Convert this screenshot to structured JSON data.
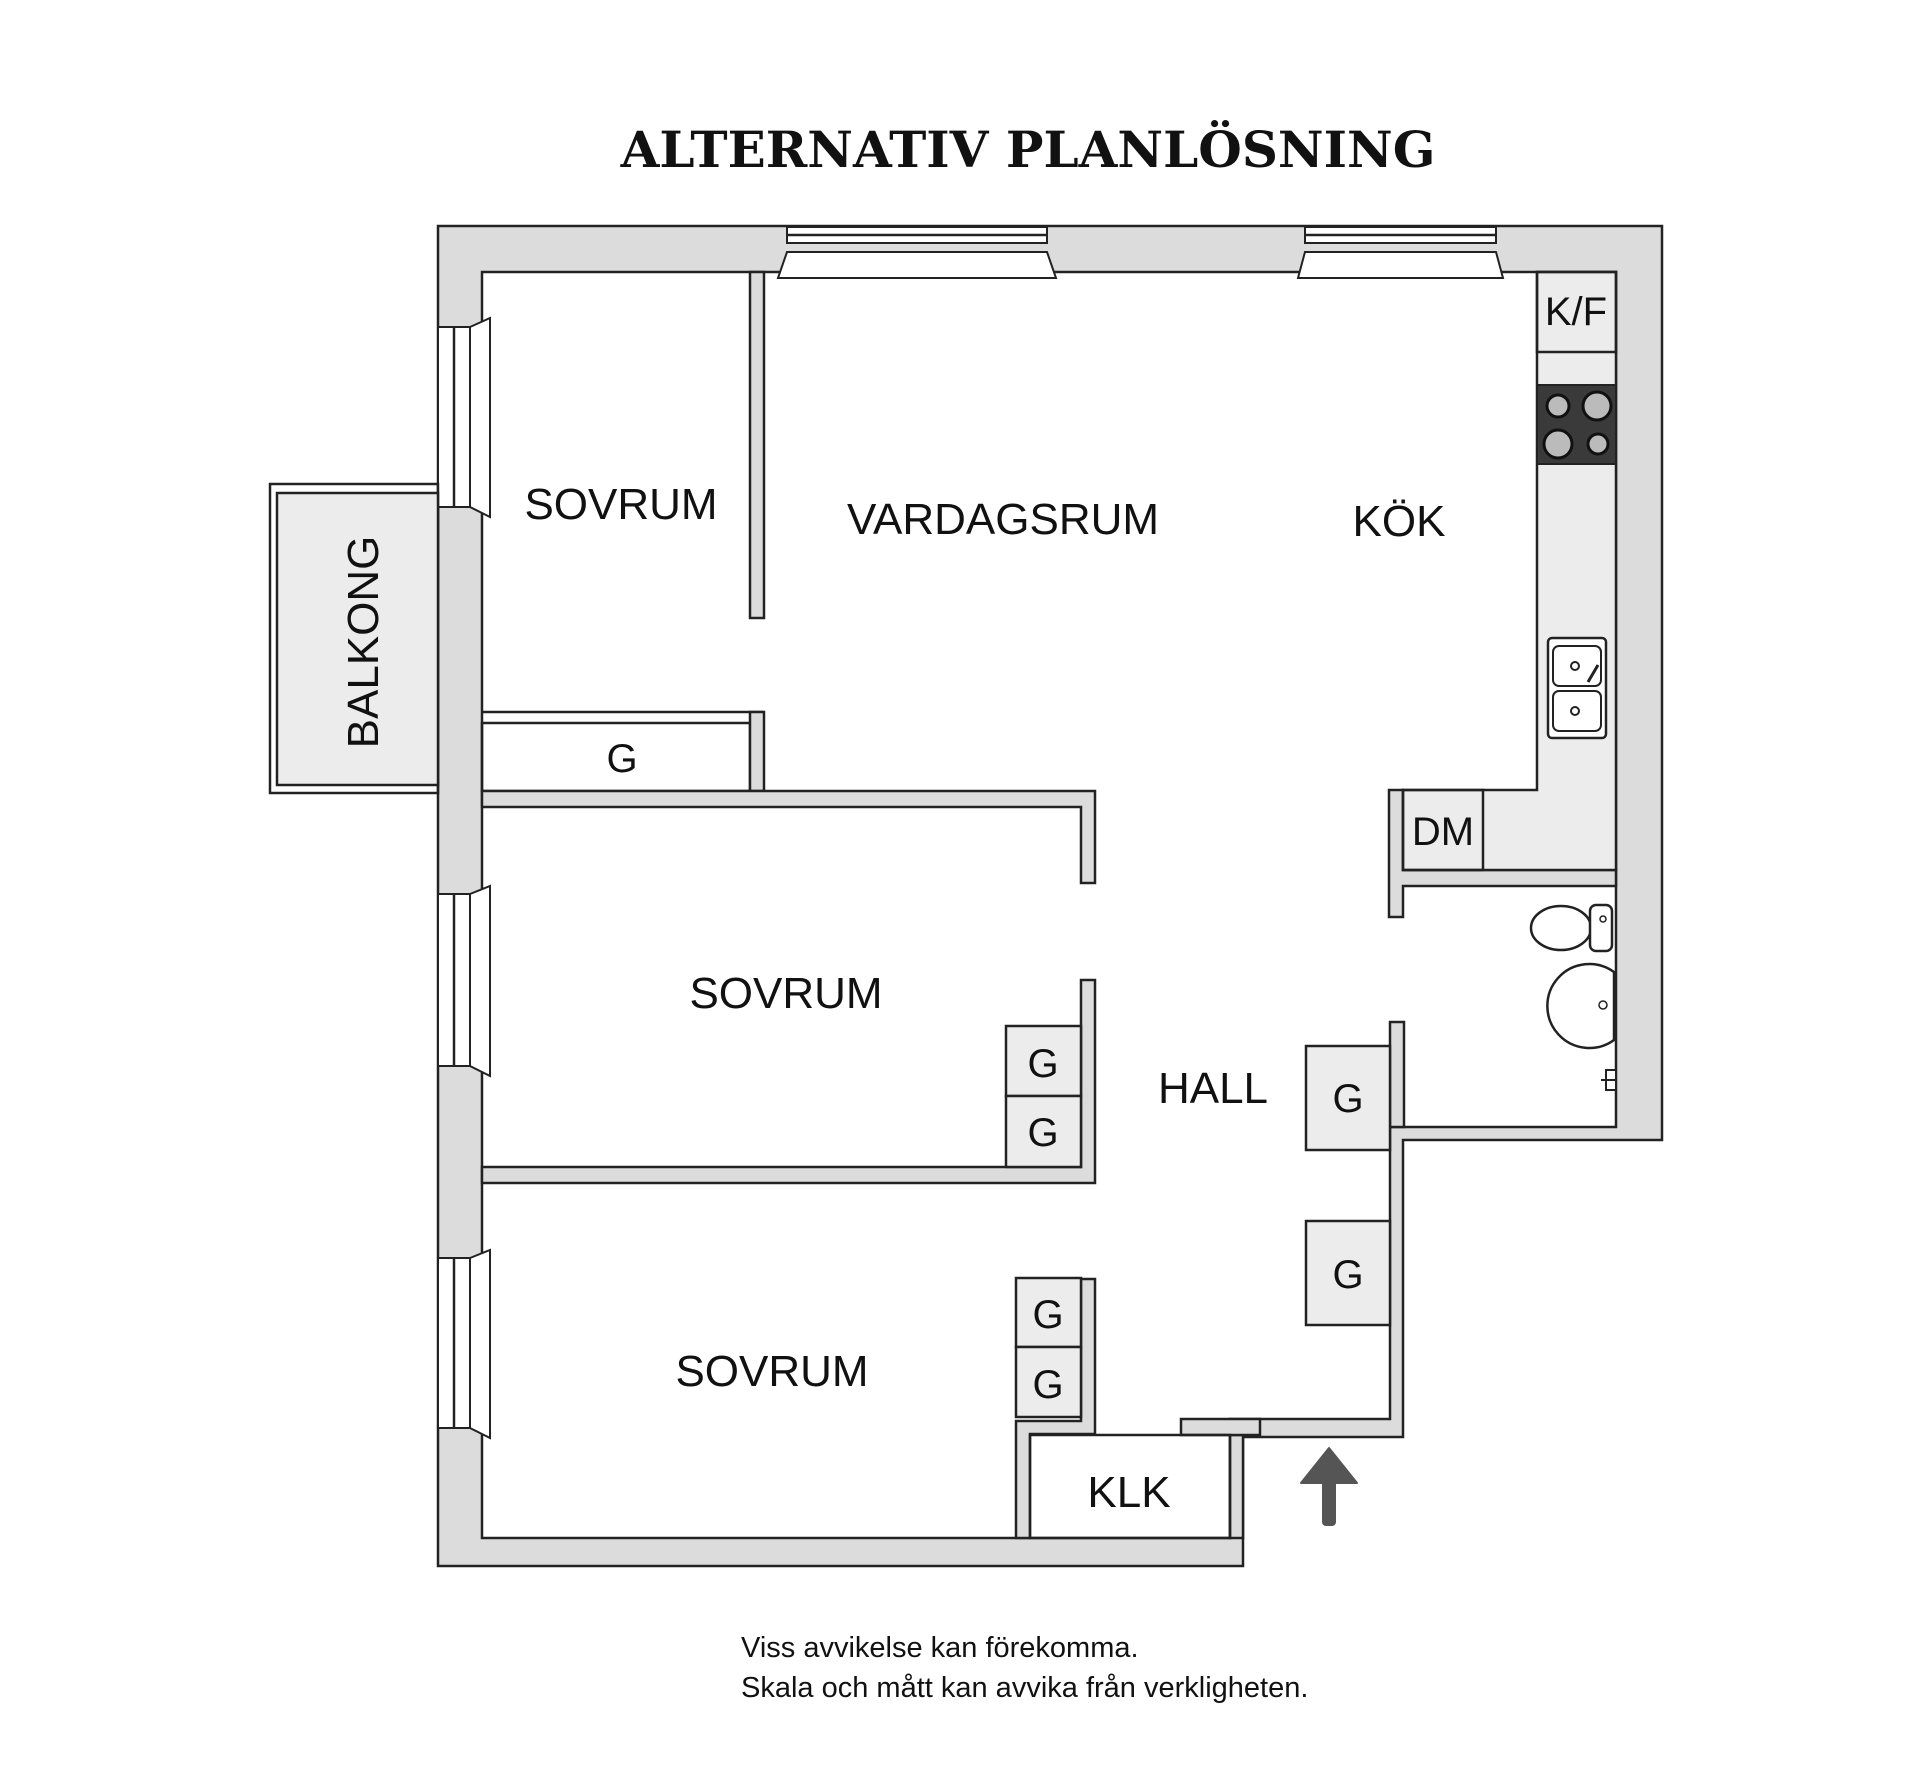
{
  "title": "ALTERNATIV PLANLÖSNING",
  "rooms": {
    "sovrum_top": "SOVRUM",
    "vardagsrum": "VARDAGSRUM",
    "kok": "KÖK",
    "balkong": "BALKONG",
    "sovrum_mid": "SOVRUM",
    "sovrum_bottom": "SOVRUM",
    "hall": "HALL",
    "klk": "KLK"
  },
  "labels": {
    "kf": "K/F",
    "dm": "DM",
    "g": "G"
  },
  "notes": {
    "line1": "Viss avvikelse kan förekomma.",
    "line2": "Skala och mått kan avvika från verkligheten."
  },
  "colors": {
    "wall_fill": "#dcdcdc",
    "line": "#222222",
    "closet_fill": "#ececec",
    "stove": "#3a3a3a",
    "arrow": "#555555"
  }
}
